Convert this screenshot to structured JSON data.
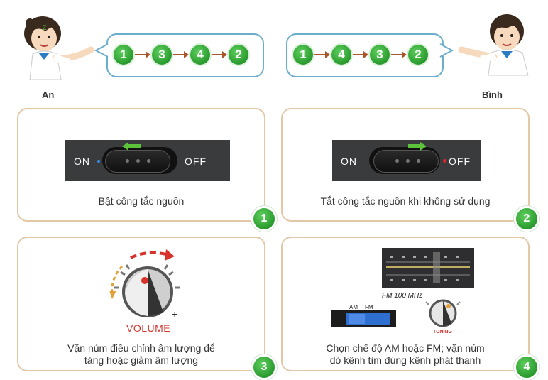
{
  "characters": {
    "left_name": "An",
    "right_name": "Bình"
  },
  "sequences": {
    "an": [
      "1",
      "3",
      "4",
      "2"
    ],
    "binh": [
      "1",
      "4",
      "3",
      "2"
    ]
  },
  "cards": [
    {
      "number": "1",
      "caption": "Bật công tắc nguồn",
      "on_label": "ON",
      "off_label": "OFF"
    },
    {
      "number": "2",
      "caption": "Tắt công tắc nguồn khi không sử dụng",
      "on_label": "ON",
      "off_label": "OFF"
    },
    {
      "number": "3",
      "caption_line1": "Vặn núm điều chỉnh âm lượng để",
      "caption_line2": "tăng hoặc giảm âm lượng",
      "volume_label": "VOLUME",
      "minus": "–",
      "plus": "+"
    },
    {
      "number": "4",
      "caption_line1": "Chọn chế độ AM hoặc FM; vặn núm",
      "caption_line2": "dò kênh tìm đúng kênh phát thanh",
      "fm_readout": "FM 100 MHz",
      "am": "AM",
      "fm": "FM",
      "tuning": "TUNING"
    }
  ],
  "colors": {
    "green": "#2a9a2e",
    "card_border": "#e2c8a6",
    "bubble_border": "#6aaecb",
    "arrow_brown": "#a8562a",
    "arrow_green": "#5cc23a",
    "led_blue": "#3b8ff0",
    "led_red": "#e0242b",
    "volume_red": "#d6332b"
  }
}
